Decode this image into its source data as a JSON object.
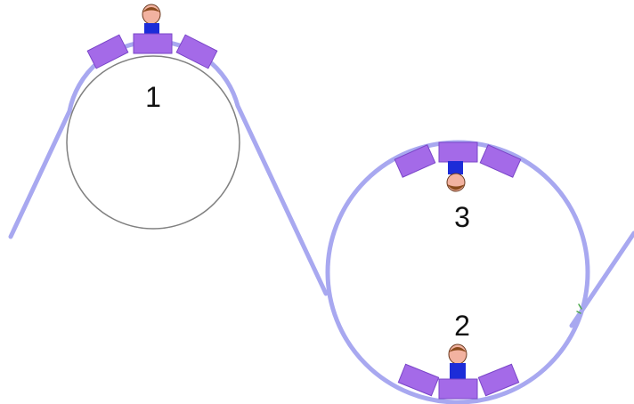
{
  "labels": {
    "point_1": "1",
    "point_2": "2",
    "point_3": "3"
  },
  "colors": {
    "background": "#ffffff",
    "track": "#a8a8f0",
    "hill_outline": "#808080",
    "car": "#a46ae8",
    "car_outline": "#7a46c8",
    "rider_shirt": "#1c2cd8",
    "rider_skin": "#f2b2a0",
    "rider_hair": "#8a4a1c",
    "label_text": "#111111"
  },
  "icons": {
    "car": "roller-coaster-car",
    "rider": "person-icon"
  }
}
